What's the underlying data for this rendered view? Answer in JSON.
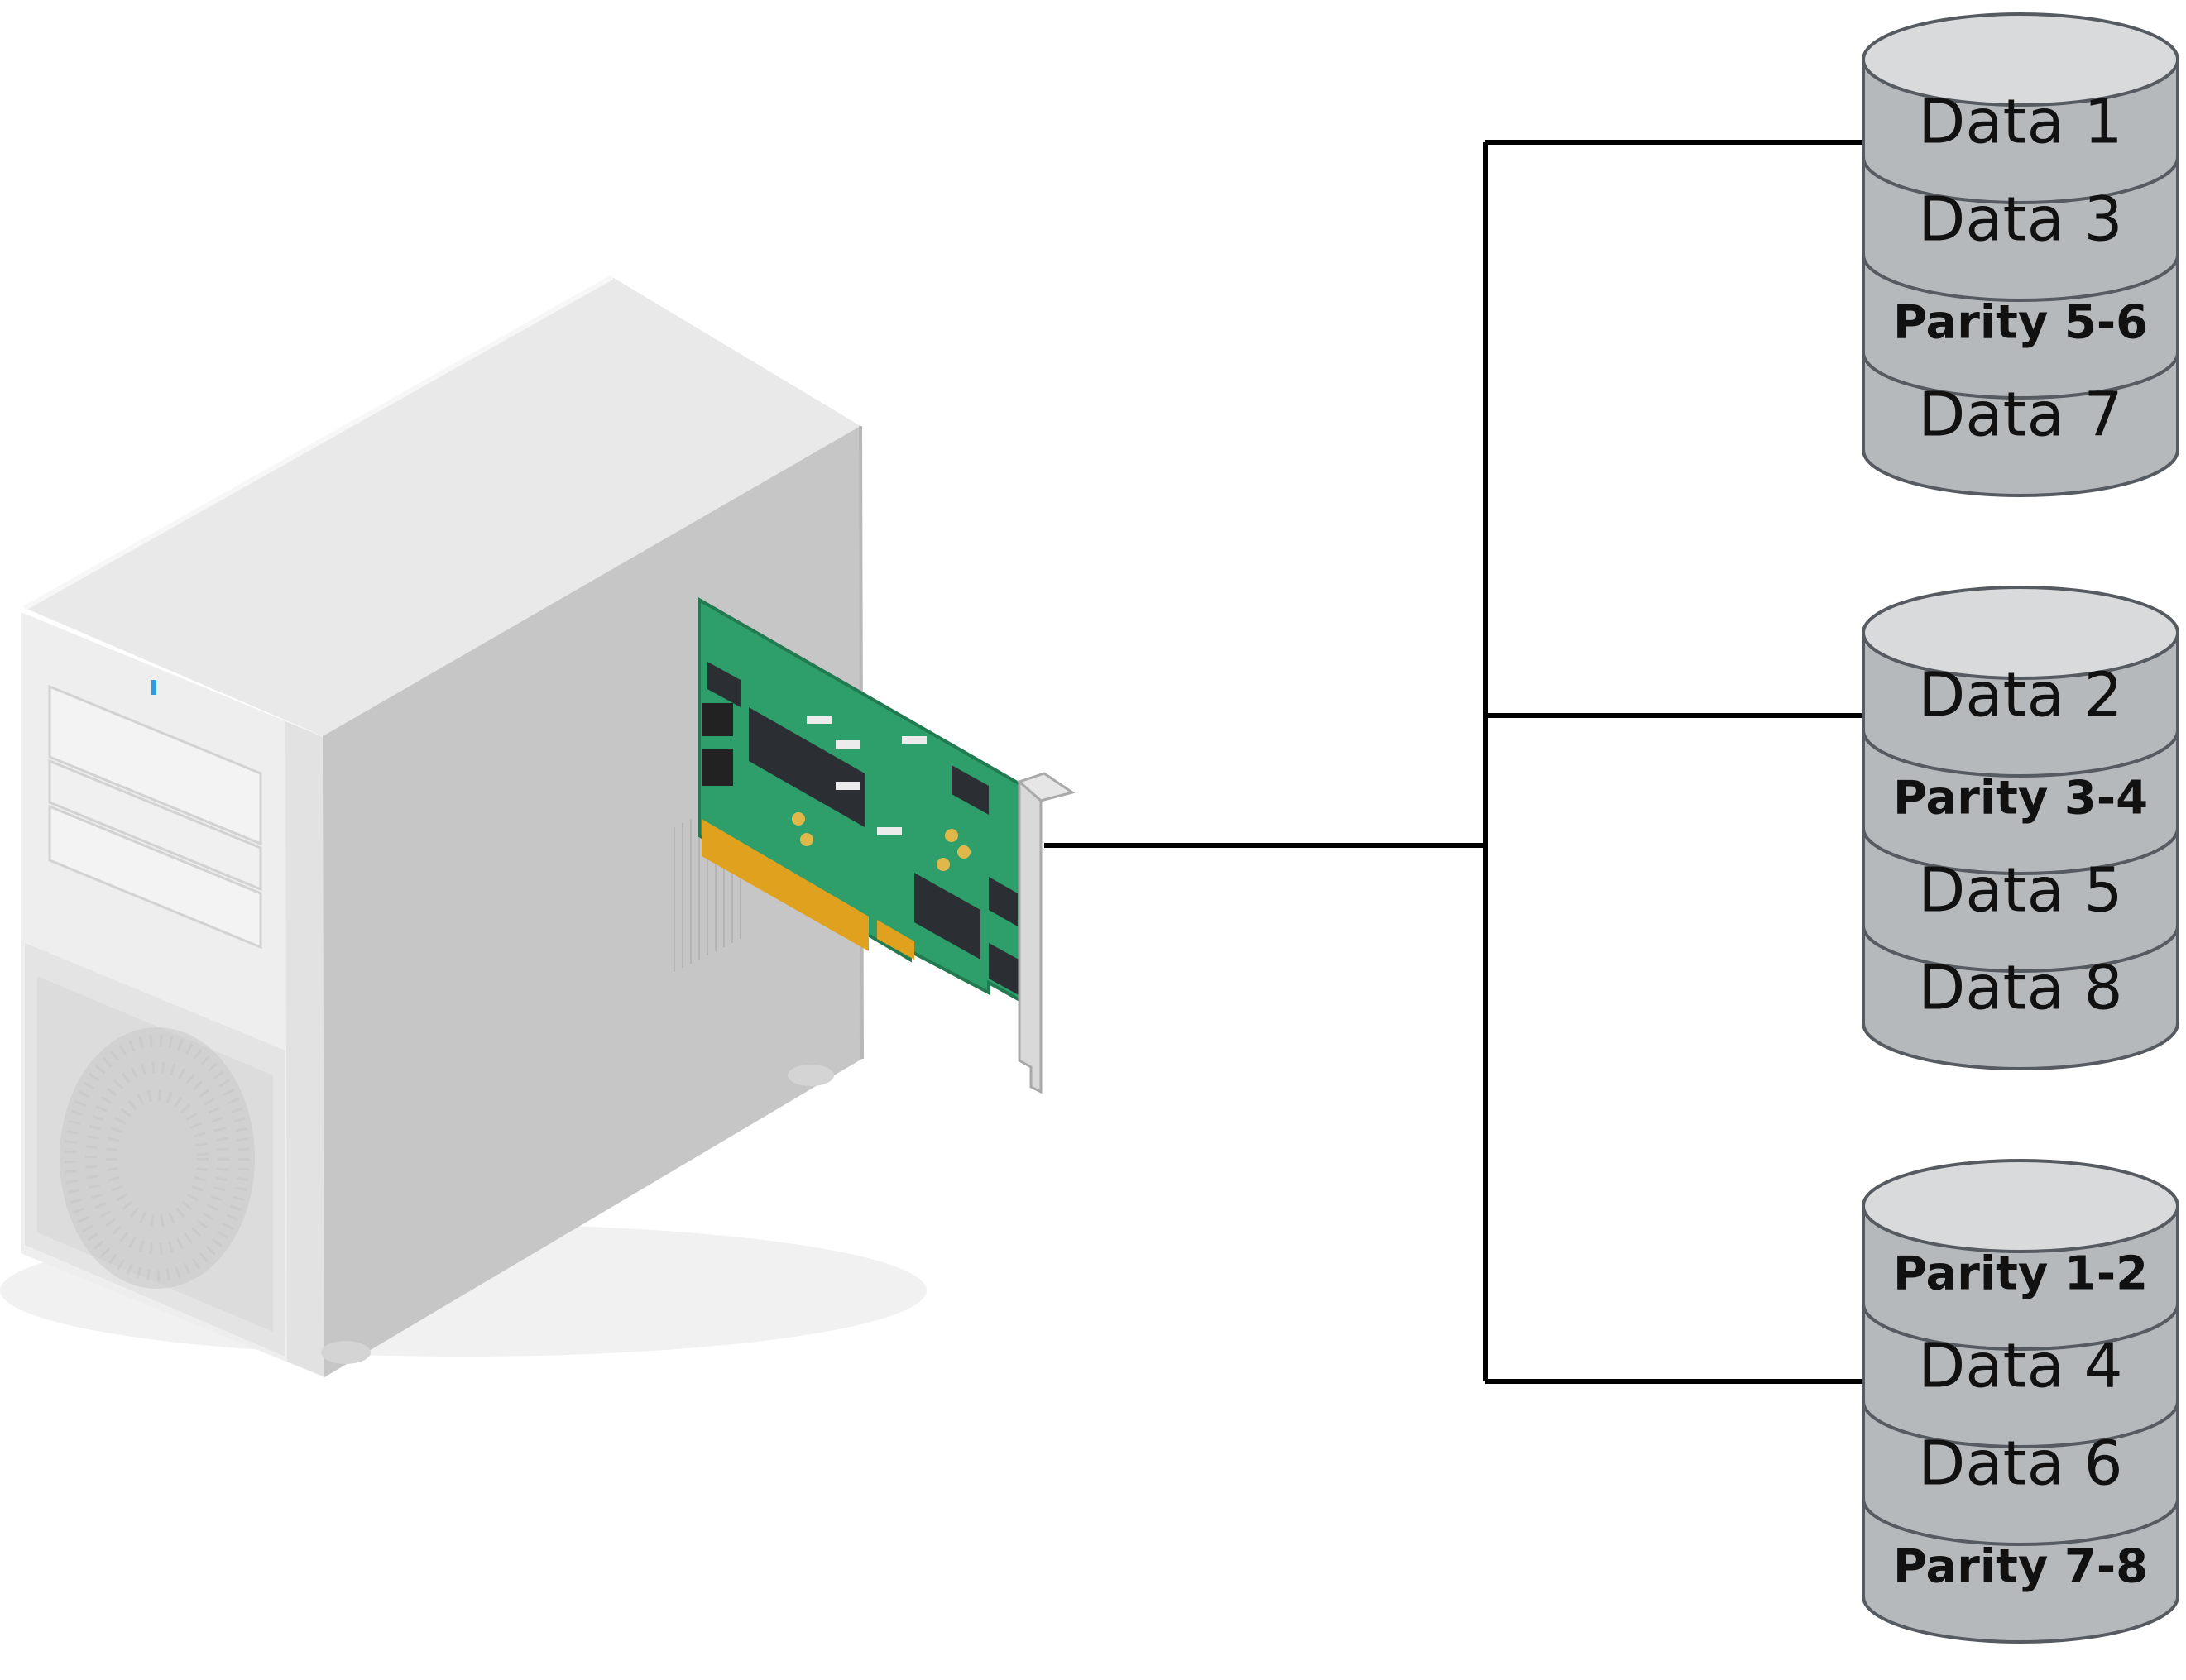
{
  "diagram": {
    "computer": {
      "icon": "desktop-tower-icon"
    },
    "controller_card": {
      "icon": "expansion-card-icon"
    },
    "disks": [
      {
        "name": "disk-1",
        "icon": "disk-cylinder-icon",
        "stripes": [
          "Data 1",
          "Data 3",
          "Parity 5-6",
          "Data 7"
        ]
      },
      {
        "name": "disk-2",
        "icon": "disk-cylinder-icon",
        "stripes": [
          "Data 2",
          "Parity 3-4",
          "Data 5",
          "Data 8"
        ]
      },
      {
        "name": "disk-3",
        "icon": "disk-cylinder-icon",
        "stripes": [
          "Parity 1-2",
          "Data 4",
          "Data 6",
          "Parity 7-8"
        ]
      }
    ]
  },
  "colors": {
    "disk_top": "#d8dadc",
    "disk_body": "#b6b9bc",
    "disk_stroke": "#555b60",
    "connector": "#000000",
    "card_pcb": "#2e9e6a",
    "card_gold": "#e0a21e",
    "case_front": "#ededed",
    "case_side": "#c4c4c4"
  }
}
